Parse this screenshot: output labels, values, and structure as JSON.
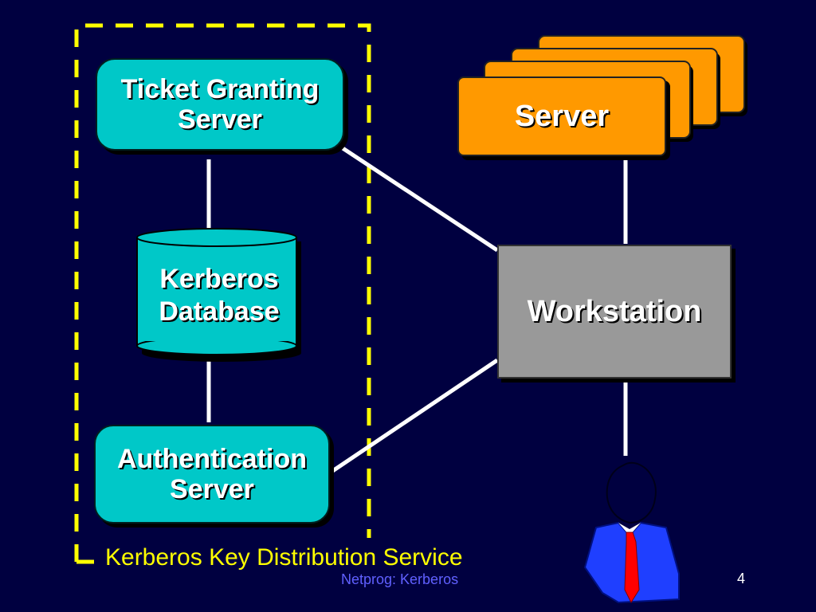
{
  "nodes": {
    "tgs": [
      "Ticket Granting",
      "Server"
    ],
    "db": [
      "Kerberos",
      "Database"
    ],
    "as": [
      "Authentication",
      "Server"
    ],
    "server": "Server",
    "workstation": "Workstation"
  },
  "group_label": "Kerberos Key Distribution Service",
  "footer": "Netprog:  Kerberos",
  "slide_number": "4",
  "colors": {
    "background": "#000040",
    "kdc_boxes": "#00c8c8",
    "server_box": "#ff9900",
    "workstation_box": "#999999",
    "dashed_border": "#ffff00",
    "connectors": "#ffffff"
  },
  "icons": {
    "database": "cylinder-icon",
    "user": "person-icon"
  }
}
